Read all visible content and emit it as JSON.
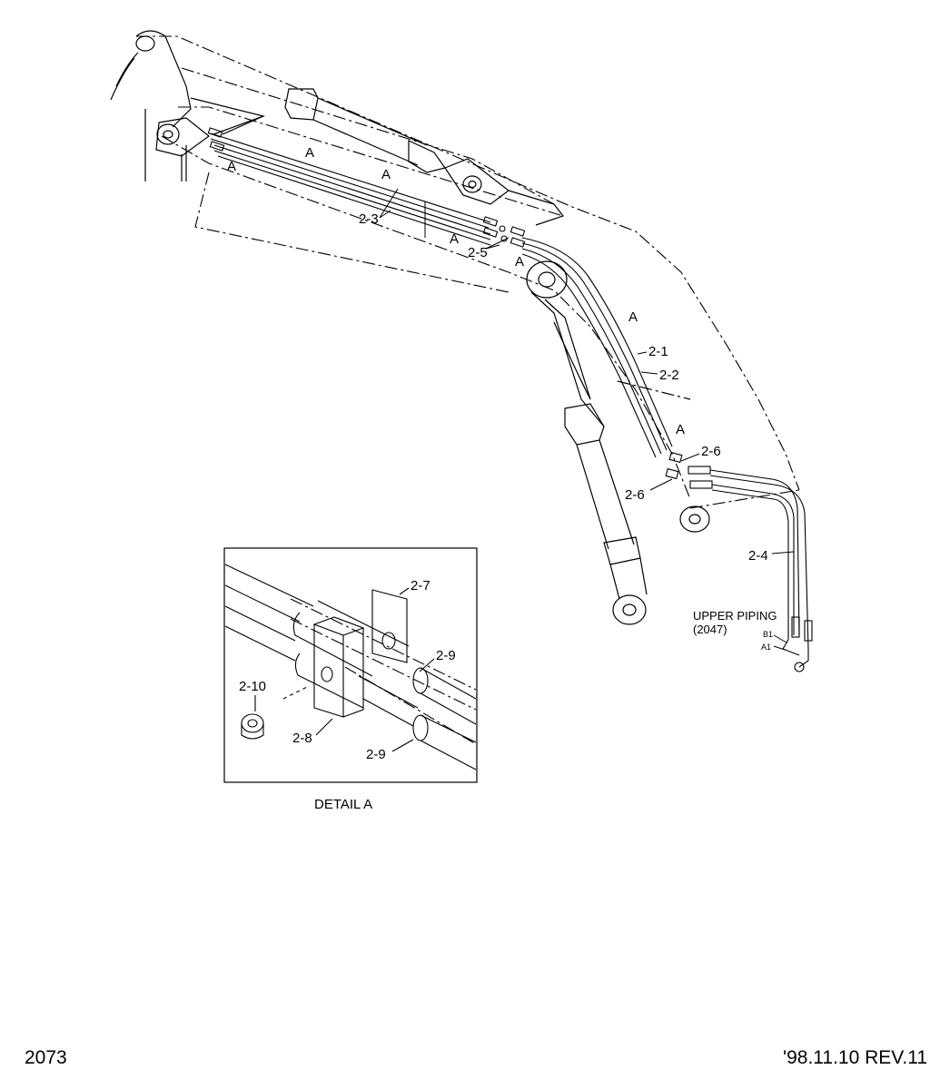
{
  "labels": {
    "part_2_1": "2-1",
    "part_2_2": "2-2",
    "part_2_3": "2-3",
    "part_2_4": "2-4",
    "part_2_5": "2-5",
    "part_2_6_upper": "2-6",
    "part_2_6_lower": "2-6",
    "section_a": "A",
    "upper_piping_line1": "UPPER PIPING",
    "upper_piping_line2": "(2047)",
    "port_b1": "B1",
    "port_a1": "A1"
  },
  "detail": {
    "title": "DETAIL A",
    "part_2_7": "2-7",
    "part_2_8": "2-8",
    "part_2_9_upper": "2-9",
    "part_2_9_lower": "2-9",
    "part_2_10": "2-10"
  },
  "footer": {
    "page_number": "2073",
    "revision": "'98.11.10 REV.11"
  }
}
